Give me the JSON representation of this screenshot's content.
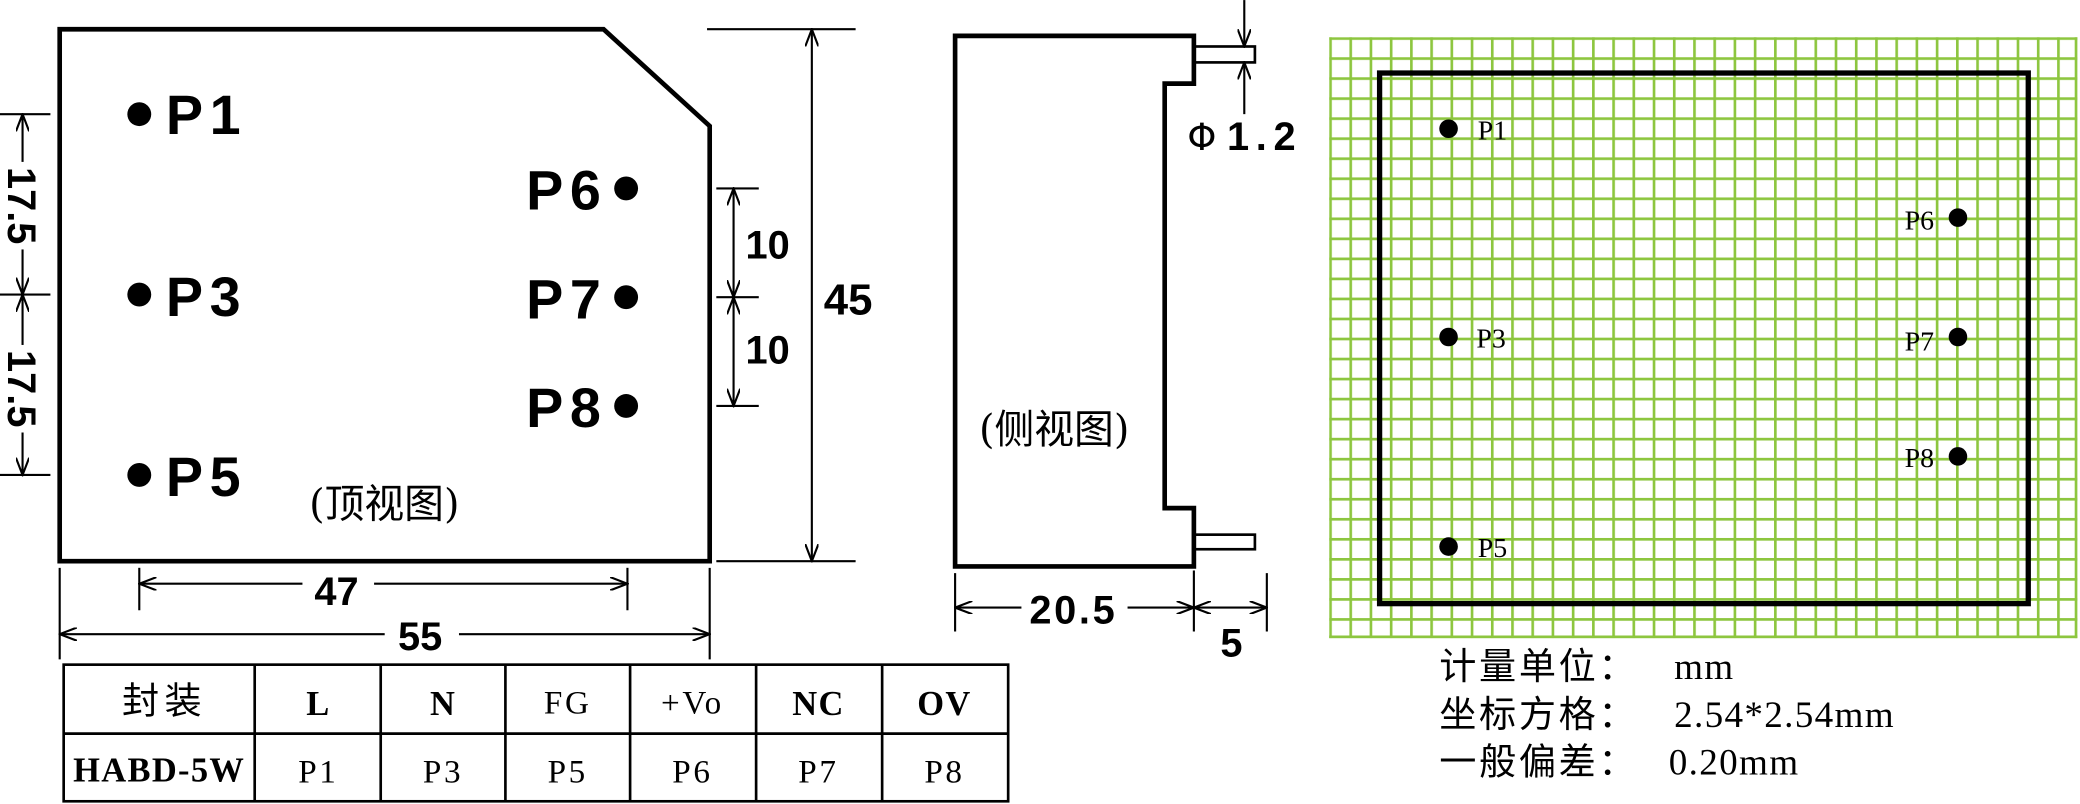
{
  "top_view": {
    "caption": "(顶视图)",
    "pins": [
      "P1",
      "P3",
      "P5",
      "P6",
      "P7",
      "P8"
    ],
    "dimensions": {
      "p1_to_p3": "17.5",
      "p3_to_p5": "17.5",
      "p6_to_p7": "10",
      "p7_to_p8": "10",
      "height": "45",
      "pin_row_spacing": "47",
      "width": "55"
    }
  },
  "side_view": {
    "caption": "(侧视图)",
    "pin_diameter_symbol": "Φ",
    "pin_diameter": "1.2",
    "body_depth": "20.5",
    "pin_length": "5"
  },
  "pcb_layout": {
    "pins": [
      "P1",
      "P3",
      "P5",
      "P6",
      "P7",
      "P8"
    ],
    "notes": [
      {
        "label": "计量单位：",
        "value": "mm"
      },
      {
        "label": "坐标方格：",
        "value": "2.54*2.54mm"
      },
      {
        "label": "一般偏差：",
        "value": "0.20mm"
      }
    ]
  },
  "pinout_table": {
    "header": [
      "封装",
      "L",
      "N",
      "FG",
      "+Vo",
      "NC",
      "OV"
    ],
    "rows": [
      [
        "HABD-5W",
        "P1",
        "P3",
        "P5",
        "P6",
        "P7",
        "P8"
      ]
    ]
  },
  "colors": {
    "grid": "#8dc63f",
    "ink": "#000000"
  }
}
